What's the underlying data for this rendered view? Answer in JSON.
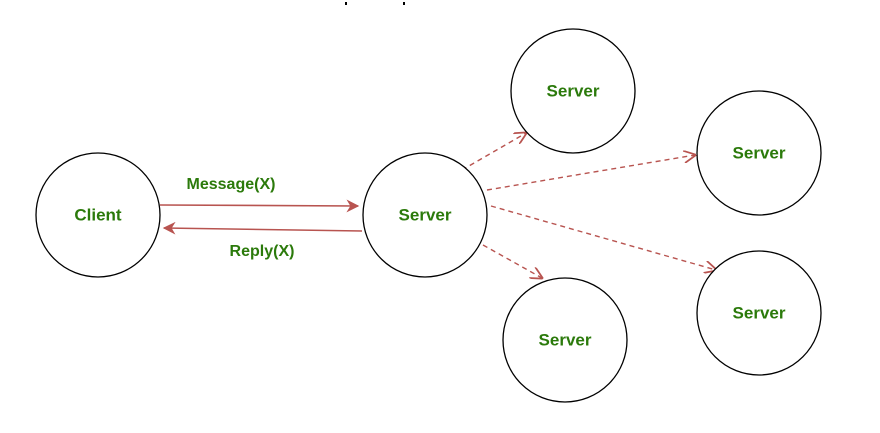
{
  "colors": {
    "text": "#2b7a0b",
    "edge": "#b85450",
    "node_stroke": "#000000"
  },
  "nodes": {
    "client": "Client",
    "server_main": "Server",
    "server_top": "Server",
    "server_right_top": "Server",
    "server_right_bottom": "Server",
    "server_bottom": "Server"
  },
  "edges": {
    "message_label": "Message(X)",
    "reply_label": "Reply(X)"
  }
}
